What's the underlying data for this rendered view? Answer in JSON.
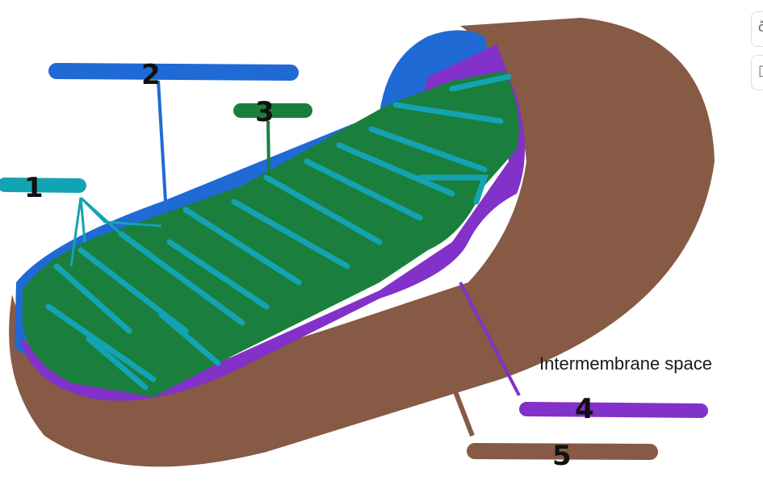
{
  "labels": {
    "one": "1",
    "two": "2",
    "three": "3",
    "four": "4",
    "five": "5",
    "caption": "Intermembrane space"
  },
  "toolbar": {
    "buttons": [
      {
        "icon": "pen-icon",
        "glyph": "ð"
      },
      {
        "icon": "square-icon",
        "glyph": "▯"
      }
    ]
  },
  "colors": {
    "outer_membrane": "#1f6ad4",
    "inner_membrane": "#8231c9",
    "matrix": "#1a7f3c",
    "cristae": "#14a3b3",
    "outer_shell": "#875a46",
    "label_1": "#14a3b3",
    "label_2": "#1f6ad4",
    "label_3": "#1a7f3c",
    "label_4": "#8231c9",
    "label_5": "#875a46"
  }
}
